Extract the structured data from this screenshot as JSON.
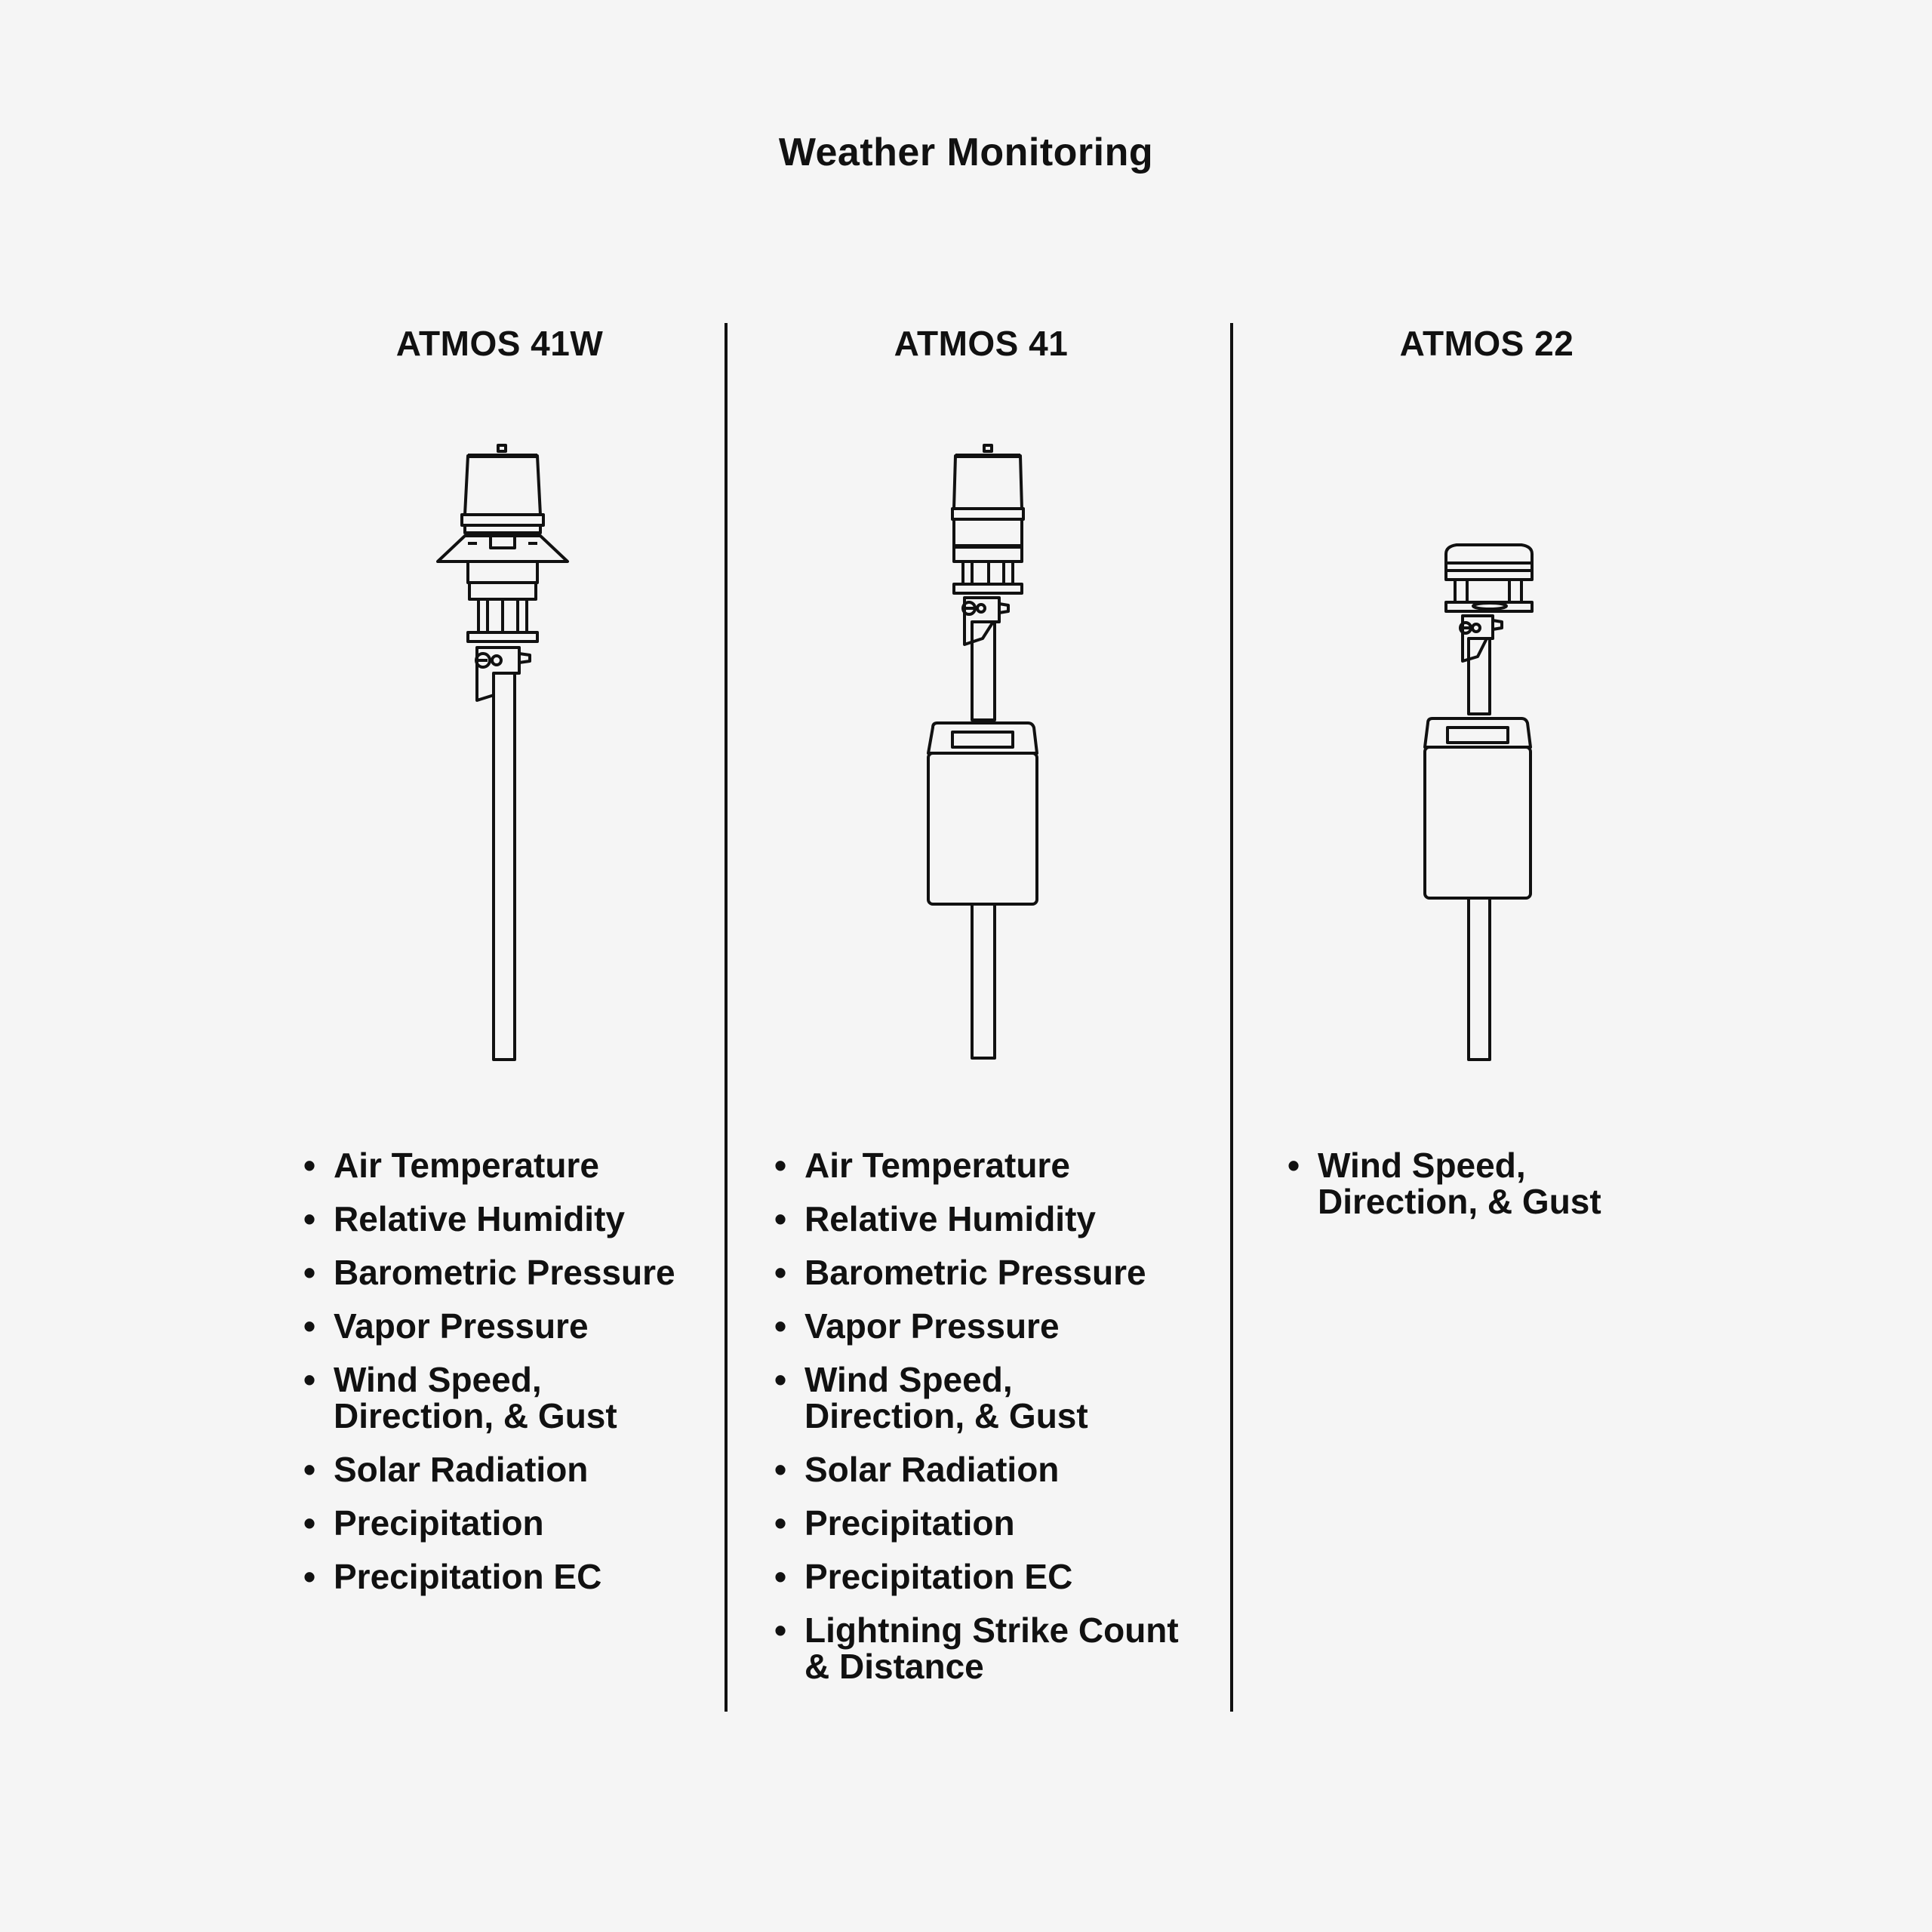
{
  "title": "Weather Monitoring",
  "bullet_glyph": "•",
  "sensors": [
    {
      "name": "ATMOS 41W",
      "icon": "atmos-41w-sensor-icon",
      "measurements": [
        "Air Temperature",
        "Relative Humidity",
        "Barometric Pressure",
        "Vapor Pressure",
        "Wind Speed,\nDirection, & Gust",
        "Solar Radiation",
        "Precipitation",
        "Precipitation EC"
      ]
    },
    {
      "name": "ATMOS 41",
      "icon": "atmos-41-sensor-icon",
      "measurements": [
        "Air Temperature",
        "Relative Humidity",
        "Barometric Pressure",
        "Vapor Pressure",
        "Wind Speed,\nDirection, & Gust",
        "Solar Radiation",
        "Precipitation",
        "Precipitation EC",
        "Lightning Strike Count\n& Distance"
      ]
    },
    {
      "name": "ATMOS 22",
      "icon": "atmos-22-sensor-icon",
      "measurements": [
        "Wind Speed,\nDirection, & Gust"
      ]
    }
  ],
  "colors": {
    "background": "#f5f5f5",
    "ink": "#111111"
  }
}
